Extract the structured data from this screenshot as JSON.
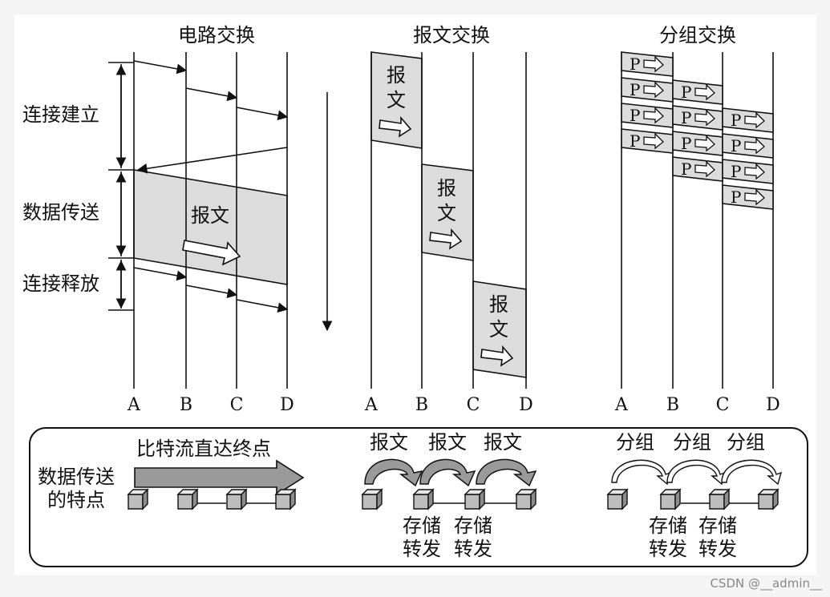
{
  "titles": {
    "circuit": "电路交换",
    "message": "报文交换",
    "packet": "分组交换"
  },
  "phases": {
    "setup": "连接建立",
    "transfer": "数据传送",
    "release": "连接释放"
  },
  "nodes": [
    "A",
    "B",
    "C",
    "D"
  ],
  "message_label": "报文",
  "packet_label": "P",
  "bottom": {
    "feature_label_1": "数据传送",
    "feature_label_2": "的特点",
    "circuit_caption": "比特流直达终点",
    "message_hop": "报文",
    "packet_hop": "分组",
    "store_1": "存储",
    "store_2": "转发"
  },
  "watermark": "CSDN @__admin__",
  "colors": {
    "fill": "#dcdcdc",
    "line": "#111111",
    "arrow_fill": "#9a9a9a"
  }
}
